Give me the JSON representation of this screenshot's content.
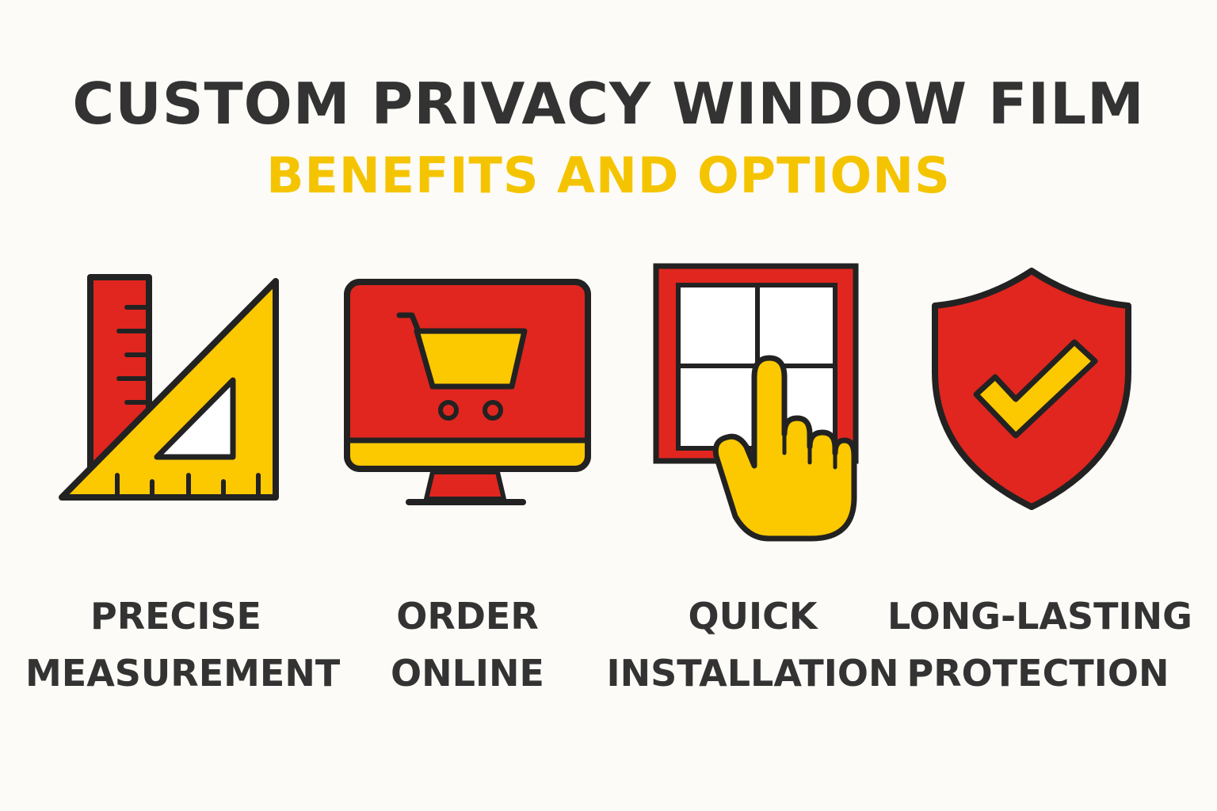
{
  "header": {
    "title": "CUSTOM PRIVACY WINDOW FILM",
    "subtitle": "BENEFITS AND OPTIONS"
  },
  "colors": {
    "red": "#e0261f",
    "yellow": "#fcc800",
    "outline": "#222222",
    "text": "#333333",
    "accent": "#f5c400",
    "background": "#fcfbf7"
  },
  "features": [
    {
      "icon": "ruler-triangle-icon",
      "line1": "PRECISE",
      "line2": "MEASUREMENT"
    },
    {
      "icon": "shopping-cart-monitor-icon",
      "line1": "ORDER",
      "line2": "ONLINE"
    },
    {
      "icon": "window-hand-icon",
      "line1": "QUICK",
      "line2": "INSTALLATION"
    },
    {
      "icon": "shield-check-icon",
      "line1": "LONG-LASTING",
      "line2": "PROTECTION"
    }
  ]
}
